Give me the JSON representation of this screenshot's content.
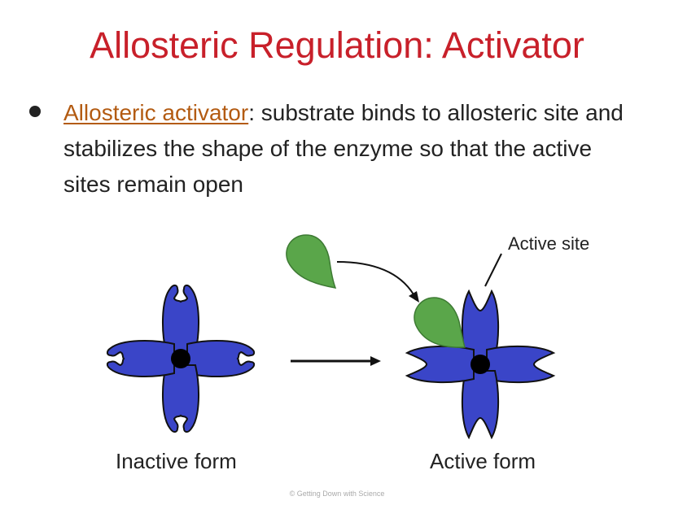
{
  "slide": {
    "title": "Allosteric Regulation: Activator",
    "bullet": {
      "term": "Allosteric activator",
      "rest": ": substrate binds to allosteric site and stabilizes the shape of the enzyme so that the active sites remain open"
    },
    "labels": {
      "inactive": "Inactive form",
      "active": "Active form",
      "active_site": "Active site"
    },
    "footer": "© Getting Down with Science"
  },
  "colors": {
    "title": "#c8202a",
    "term": "#b35b12",
    "enzyme": "#3a45c8",
    "activator": "#5aa64a"
  }
}
